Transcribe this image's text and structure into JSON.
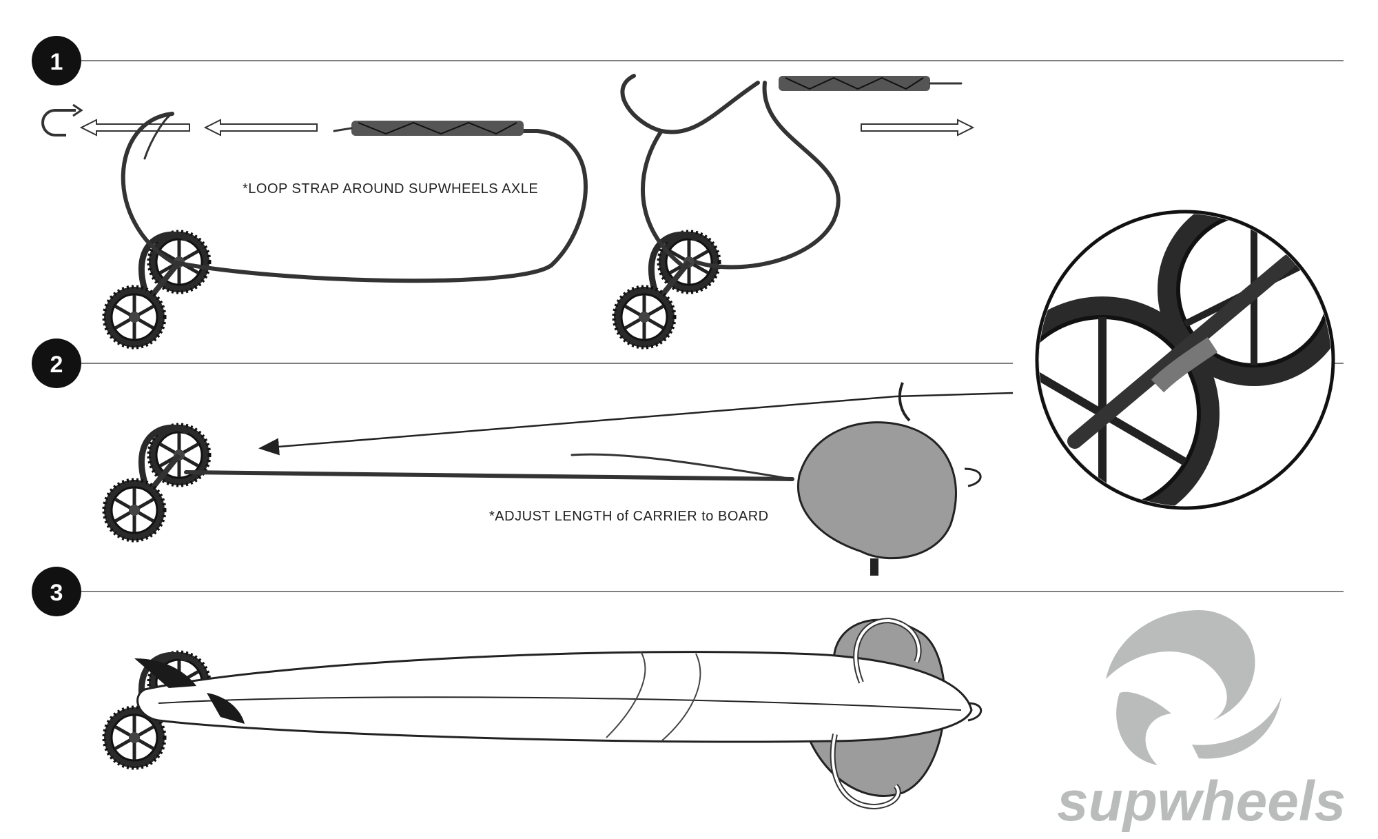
{
  "steps": [
    {
      "number": "1",
      "note": "*LOOP STRAP AROUND SUPWHEELS AXLE"
    },
    {
      "number": "2",
      "note": "*ADJUST LENGTH of CARRIER to BOARD"
    },
    {
      "number": "3",
      "note": ""
    }
  ],
  "brand": {
    "name": "supwheels",
    "color": "#b9bcbb"
  },
  "colors": {
    "ink": "#222222",
    "bag": "#9c9c9c",
    "rule": "#555555"
  }
}
